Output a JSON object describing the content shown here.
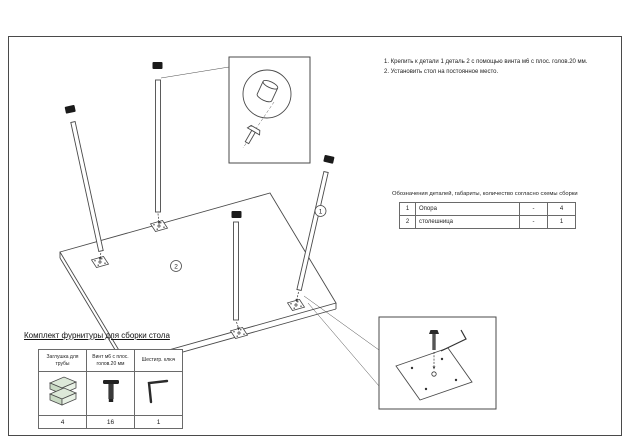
{
  "instructions": {
    "line1": "1. Крепить к детали 1 деталь 2 с помощью винта м6 с плос. голов.20 мм.",
    "line2": "2. Установить стол на постоянное место."
  },
  "parts_table": {
    "title": "Обозначения деталей, габариты, количество согласно схемы сборки",
    "rows": [
      {
        "num": "1",
        "name": "Опора",
        "dims": "-",
        "qty": "4"
      },
      {
        "num": "2",
        "name": "столешница",
        "dims": "-",
        "qty": "1"
      }
    ]
  },
  "hardware_kit": {
    "title": "Комплект фурнитуры для сборки стола",
    "items": [
      {
        "label": "Заглушка для трубы",
        "icon": "tube-cap-icon",
        "qty": "4"
      },
      {
        "label": "Винт м6 с плос. голов.20 мм",
        "icon": "flat-head-screw-icon",
        "qty": "16"
      },
      {
        "label": "Шестигр. ключ",
        "icon": "hex-key-icon",
        "qty": "1"
      }
    ]
  },
  "callouts": {
    "support": "1",
    "tabletop": "2"
  },
  "colors": {
    "line": "#4a4a4a",
    "cap_fill": "#1a1a1a",
    "tube_cap_icon_fill": "#dce8d8"
  }
}
